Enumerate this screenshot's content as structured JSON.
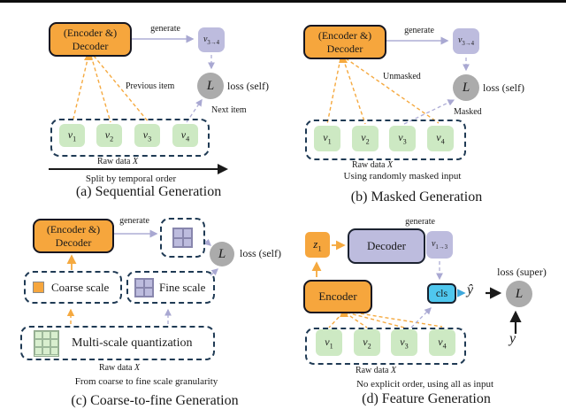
{
  "figure": {
    "colors": {
      "model_fill": "#f6a63d",
      "token_fill": "#cde9c3",
      "latent_fill": "#bdbcde",
      "loss_fill": "#ababab",
      "cls_fill": "#4fc7ee",
      "dash_border": "#1f3a54",
      "orange_line": "#f5a93f",
      "purple_line": "#aeadd6",
      "black_line": "#1a1a1a",
      "cyan_line": "#3ea8dc"
    },
    "panels": {
      "a": {
        "caption": "(a) Sequential Generation",
        "model_line1": "(Encoder &)",
        "model_line2": "Decoder",
        "generate_label": "generate",
        "output_token": {
          "base": "v",
          "sub": "3→4"
        },
        "loss_symbol": "L",
        "loss_label": "loss (self)",
        "previous_label": "Previous item",
        "next_label": "Next item",
        "tokens": [
          {
            "base": "v",
            "sub": "1"
          },
          {
            "base": "v",
            "sub": "2"
          },
          {
            "base": "v",
            "sub": "3"
          },
          {
            "base": "v",
            "sub": "4"
          }
        ],
        "raw_data_label": "Raw data",
        "raw_data_var": "X",
        "axis_label": "Split by temporal order"
      },
      "b": {
        "caption": "(b) Masked Generation",
        "model_line1": "(Encoder &)",
        "model_line2": "Decoder",
        "generate_label": "generate",
        "output_token": {
          "base": "v",
          "sub": "3→4"
        },
        "loss_symbol": "L",
        "loss_label": "loss (self)",
        "unmasked_label": "Unmasked",
        "masked_label": "Masked",
        "tokens": [
          {
            "base": "v",
            "sub": "1"
          },
          {
            "base": "v",
            "sub": "2"
          },
          {
            "base": "v",
            "sub": "3"
          },
          {
            "base": "v",
            "sub": "4"
          }
        ],
        "raw_data_label": "Raw data",
        "raw_data_var": "X",
        "note": "Using randomly masked input"
      },
      "c": {
        "caption": "(c) Coarse-to-fine Generation",
        "model_line1": "(Encoder &)",
        "model_line2": "Decoder",
        "generate_label": "generate",
        "loss_symbol": "L",
        "loss_label": "loss (self)",
        "coarse_label": "Coarse scale",
        "fine_label": "Fine scale",
        "multiscale_label": "Multi-scale quantization",
        "raw_data_label": "Raw data",
        "raw_data_var": "X",
        "note": "From coarse to fine scale granularity"
      },
      "d": {
        "caption": "(d) Feature Generation",
        "latent_token": {
          "base": "z",
          "sub": "1"
        },
        "decoder_label": "Decoder",
        "encoder_label": "Encoder",
        "generate_label": "generate",
        "output_token": {
          "base": "v",
          "sub": "1→3"
        },
        "cls_label": "cls",
        "pred_symbol": "ŷ",
        "target_symbol": "y",
        "loss_symbol": "L",
        "loss_label": "loss (super)",
        "tokens": [
          {
            "base": "v",
            "sub": "1"
          },
          {
            "base": "v",
            "sub": "2"
          },
          {
            "base": "v",
            "sub": "3"
          },
          {
            "base": "v",
            "sub": "4"
          }
        ],
        "raw_data_label": "Raw data",
        "raw_data_var": "X",
        "note": "No explicit order, using all as input"
      }
    }
  }
}
